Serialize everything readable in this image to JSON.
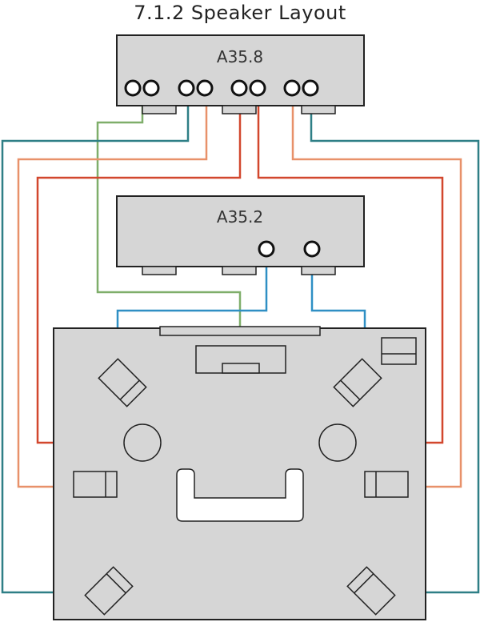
{
  "title": "7.1.2 Speaker Layout",
  "amplifiers": {
    "main": {
      "label": "A35.8"
    },
    "secondary": {
      "label": "A35.2"
    }
  },
  "colors": {
    "background": "#ffffff",
    "panel_fill": "#d6d6d6",
    "outline": "#222222",
    "wire_green": "#7fae6a",
    "wire_teal": "#2e7f86",
    "wire_salmon": "#e8916a",
    "wire_red": "#d2472d",
    "wire_blue": "#2f8fc4"
  },
  "icons": [
    "amplifier-icon",
    "speaker-terminal-icon",
    "speaker-icon",
    "subwoofer-icon",
    "couch-icon",
    "tv-screen-icon",
    "center-speaker-icon"
  ]
}
